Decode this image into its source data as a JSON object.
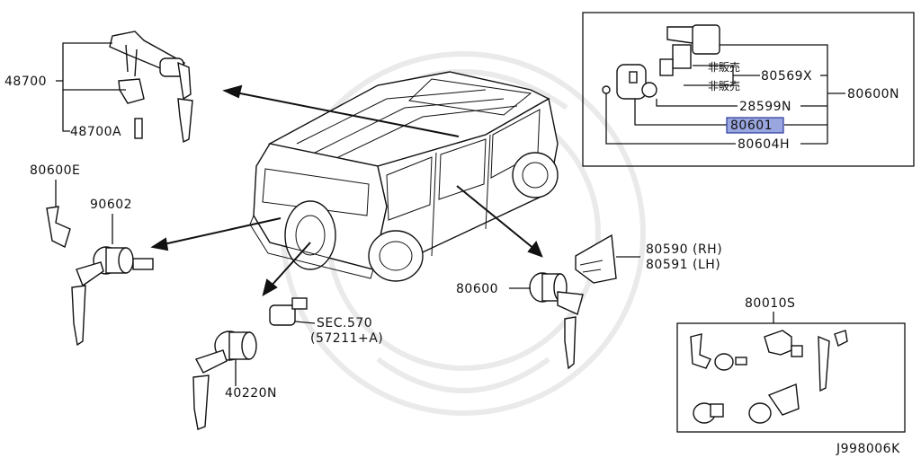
{
  "diagram_code": "J998006K",
  "parts": {
    "p48700": "48700",
    "p48700A": "48700A",
    "p80600E": "80600E",
    "p90602": "90602",
    "p80600": "80600",
    "p80590": "80590 (RH)",
    "p80591": "80591 (LH)",
    "p40220N": "40220N",
    "sec570": "SEC.570",
    "sec570_ref": "(57211+A)",
    "p80010S": "80010S"
  },
  "inset": {
    "p80569X": "80569X",
    "p80600N": "80600N",
    "p28599N": "28599N",
    "p80601": "80601",
    "p80604H": "80604H",
    "not_for_sale_1": "非販売",
    "not_for_sale_2": "非販売"
  },
  "colors": {
    "line": "#111111",
    "highlight_fill": "#9aa6e0",
    "highlight_border": "#2a3a9a"
  }
}
